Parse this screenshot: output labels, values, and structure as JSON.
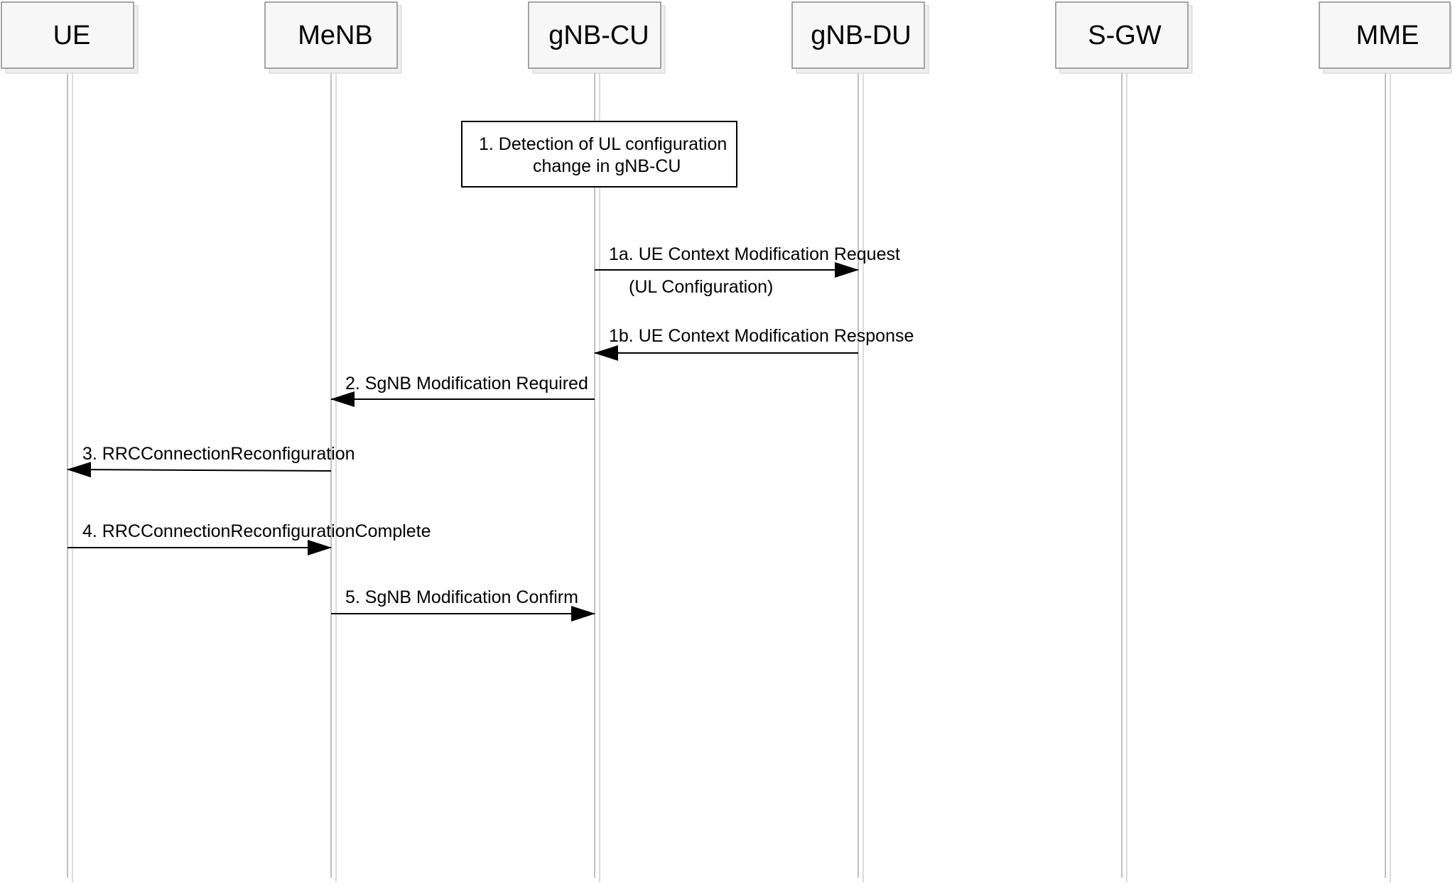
{
  "participants": [
    {
      "id": "ue",
      "label": "UE"
    },
    {
      "id": "menb",
      "label": "MeNB"
    },
    {
      "id": "gnb-cu",
      "label": "gNB-CU"
    },
    {
      "id": "gnb-du",
      "label": "gNB-DU"
    },
    {
      "id": "sgw",
      "label": "S-GW"
    },
    {
      "id": "mme",
      "label": "MME"
    }
  ],
  "note": {
    "line1": "1. Detection of UL configuration",
    "line2": "change in gNB-CU"
  },
  "messages": [
    {
      "id": "1a",
      "label": "1a. UE Context Modification Request",
      "sublabel": "(UL Configuration)",
      "from": "gnb-cu",
      "to": "gnb-du"
    },
    {
      "id": "1b",
      "label": "1b. UE Context Modification Response",
      "from": "gnb-du",
      "to": "gnb-cu"
    },
    {
      "id": "2",
      "label": "2. SgNB Modification Required",
      "from": "gnb-cu",
      "to": "menb"
    },
    {
      "id": "3",
      "label": "3. RRCConnectionReconfiguration",
      "from": "menb",
      "to": "ue"
    },
    {
      "id": "4",
      "label": "4. RRCConnectionReconfigurationComplete",
      "from": "ue",
      "to": "menb"
    },
    {
      "id": "5",
      "label": "5. SgNB Modification Confirm",
      "from": "menb",
      "to": "gnb-cu"
    }
  ]
}
